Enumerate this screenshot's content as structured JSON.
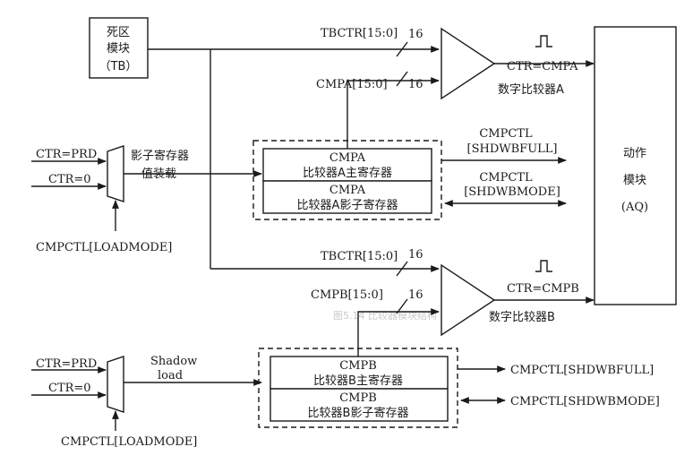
{
  "tb_block": {
    "line1": "死区",
    "line2": "模块",
    "line3": "（TB）"
  },
  "aq_block": {
    "line1": "动作",
    "line2": "模块",
    "line3": "(AQ)"
  },
  "section_a": {
    "tbctr_label": "TBCTR[15:0]",
    "tbctr_width": "16",
    "cmp_label": "CMPA[15:0]",
    "cmp_width": "16",
    "comparator_output": "CTR=CMPA",
    "comparator_name": "数字比较器A",
    "mux_input_prd": "CTR=PRD",
    "mux_input_zero": "CTR=0",
    "mux_output_label_1": "影子寄存器",
    "mux_output_label_2": "值装载",
    "loadmode": "CMPCTL[LOADMODE]",
    "active_reg_title": "CMPA",
    "active_reg_name": "比较器A主寄存器",
    "shadow_reg_title": "CMPA",
    "shadow_reg_name": "比较器A影子寄存器",
    "shdwbfull_1": "CMPCTL",
    "shdwbfull_2": "[SHDWBFULL]",
    "shdwbmode_1": "CMPCTL",
    "shdwbmode_2": "[SHDWBMODE]"
  },
  "section_b": {
    "tbctr_label": "TBCTR[15:0]",
    "tbctr_width": "16",
    "cmp_label": "CMPB[15:0]",
    "cmp_width": "16",
    "comparator_output": "CTR=CMPB",
    "comparator_name": "数字比较器B",
    "mux_input_prd": "CTR=PRD",
    "mux_input_zero": "CTR=0",
    "mux_output_label_1": "Shadow",
    "mux_output_label_2": "load",
    "loadmode": "CMPCTL[LOADMODE]",
    "active_reg_title": "CMPB",
    "active_reg_name": "比较器B主寄存器",
    "shadow_reg_title": "CMPB",
    "shadow_reg_name": "比较器B影子寄存器",
    "shdwbfull": "CMPCTL[SHDWBFULL]",
    "shdwbmode": "CMPCTL[SHDWBMODE]"
  },
  "bleed_caption": "图5.14  比较器模块结构"
}
